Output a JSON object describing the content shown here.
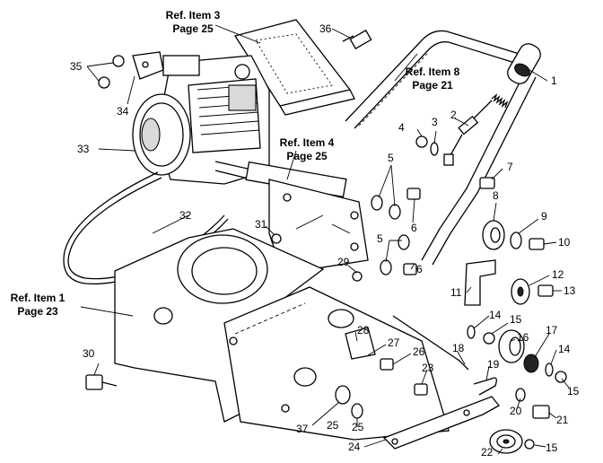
{
  "references": {
    "ref_item_3": "Ref. Item 3",
    "ref_item_3_page": "Page 25",
    "ref_item_8": "Ref. Item 8",
    "ref_item_8_page": "Page 21",
    "ref_item_4": "Ref. Item 4",
    "ref_item_4_page": "Page 25",
    "ref_item_1": "Ref. Item 1",
    "ref_item_1_page": "Page 23"
  },
  "callouts": {
    "c1": "1",
    "c2": "2",
    "c3": "3",
    "c4": "4",
    "c5a": "5",
    "c5b": "5",
    "c6a": "6",
    "c6b": "6",
    "c7": "7",
    "c8": "8",
    "c9": "9",
    "c10": "10",
    "c11": "11",
    "c12": "12",
    "c13": "13",
    "c14a": "14",
    "c14b": "14",
    "c15a": "15",
    "c15b": "15",
    "c15c": "15",
    "c16": "16",
    "c17": "17",
    "c18": "18",
    "c19": "19",
    "c20": "20",
    "c21": "21",
    "c22": "22",
    "c23": "23",
    "c24": "24",
    "c25a": "25",
    "c25b": "25",
    "c26": "26",
    "c27": "27",
    "c28": "28",
    "c29": "29",
    "c30": "30",
    "c31": "31",
    "c32": "32",
    "c33": "33",
    "c34": "34",
    "c35": "35",
    "c36": "36",
    "c37": "37"
  }
}
